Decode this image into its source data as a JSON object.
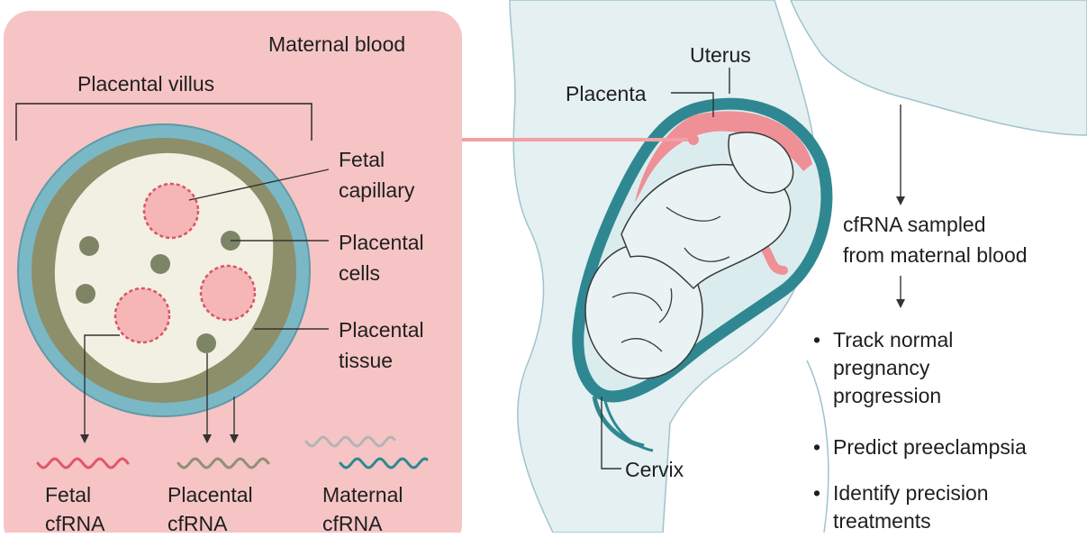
{
  "inset": {
    "region_label": "Maternal blood",
    "villus_label": "Placental villus",
    "fetal_capillary_label": [
      "Fetal",
      "capillary"
    ],
    "placental_cells_label": [
      "Placental",
      "cells"
    ],
    "placental_tissue_label": [
      "Placental",
      "tissue"
    ],
    "colors": {
      "panel": "#f6c4c4",
      "villus_outer": "#7ab8c6",
      "villus_mid": "#8c8f6a",
      "villus_core": "#f2f0e2",
      "capillary": "#f6b6b6",
      "capillary_edge": "#d9546a"
    }
  },
  "rna_legend": {
    "fetal": {
      "line1": "Fetal",
      "line2": "cfRNA",
      "color": "#e2556b"
    },
    "placental": {
      "line1": "Placental",
      "line2": "cfRNA",
      "color": "#8f9077"
    },
    "maternal": {
      "line1": "Maternal",
      "line2": "cfRNA",
      "color": "#2f8891",
      "color_light": "#b4b4b4"
    }
  },
  "anatomy": {
    "uterus_label": "Uterus",
    "placenta_label": "Placenta",
    "cervix_label": "Cervix",
    "colors": {
      "body": "#e3f0f1",
      "uterus_wall": "#2f8891",
      "placenta": "#ef8f96",
      "fetus": "#eaf3f4"
    }
  },
  "sampling": {
    "text": [
      "cfRNA sampled",
      "from maternal blood"
    ],
    "bullets": [
      [
        "Track normal",
        "pregnancy",
        "progression"
      ],
      [
        "Predict preeclampsia"
      ],
      [
        "Identify precision",
        "treatments"
      ]
    ]
  }
}
